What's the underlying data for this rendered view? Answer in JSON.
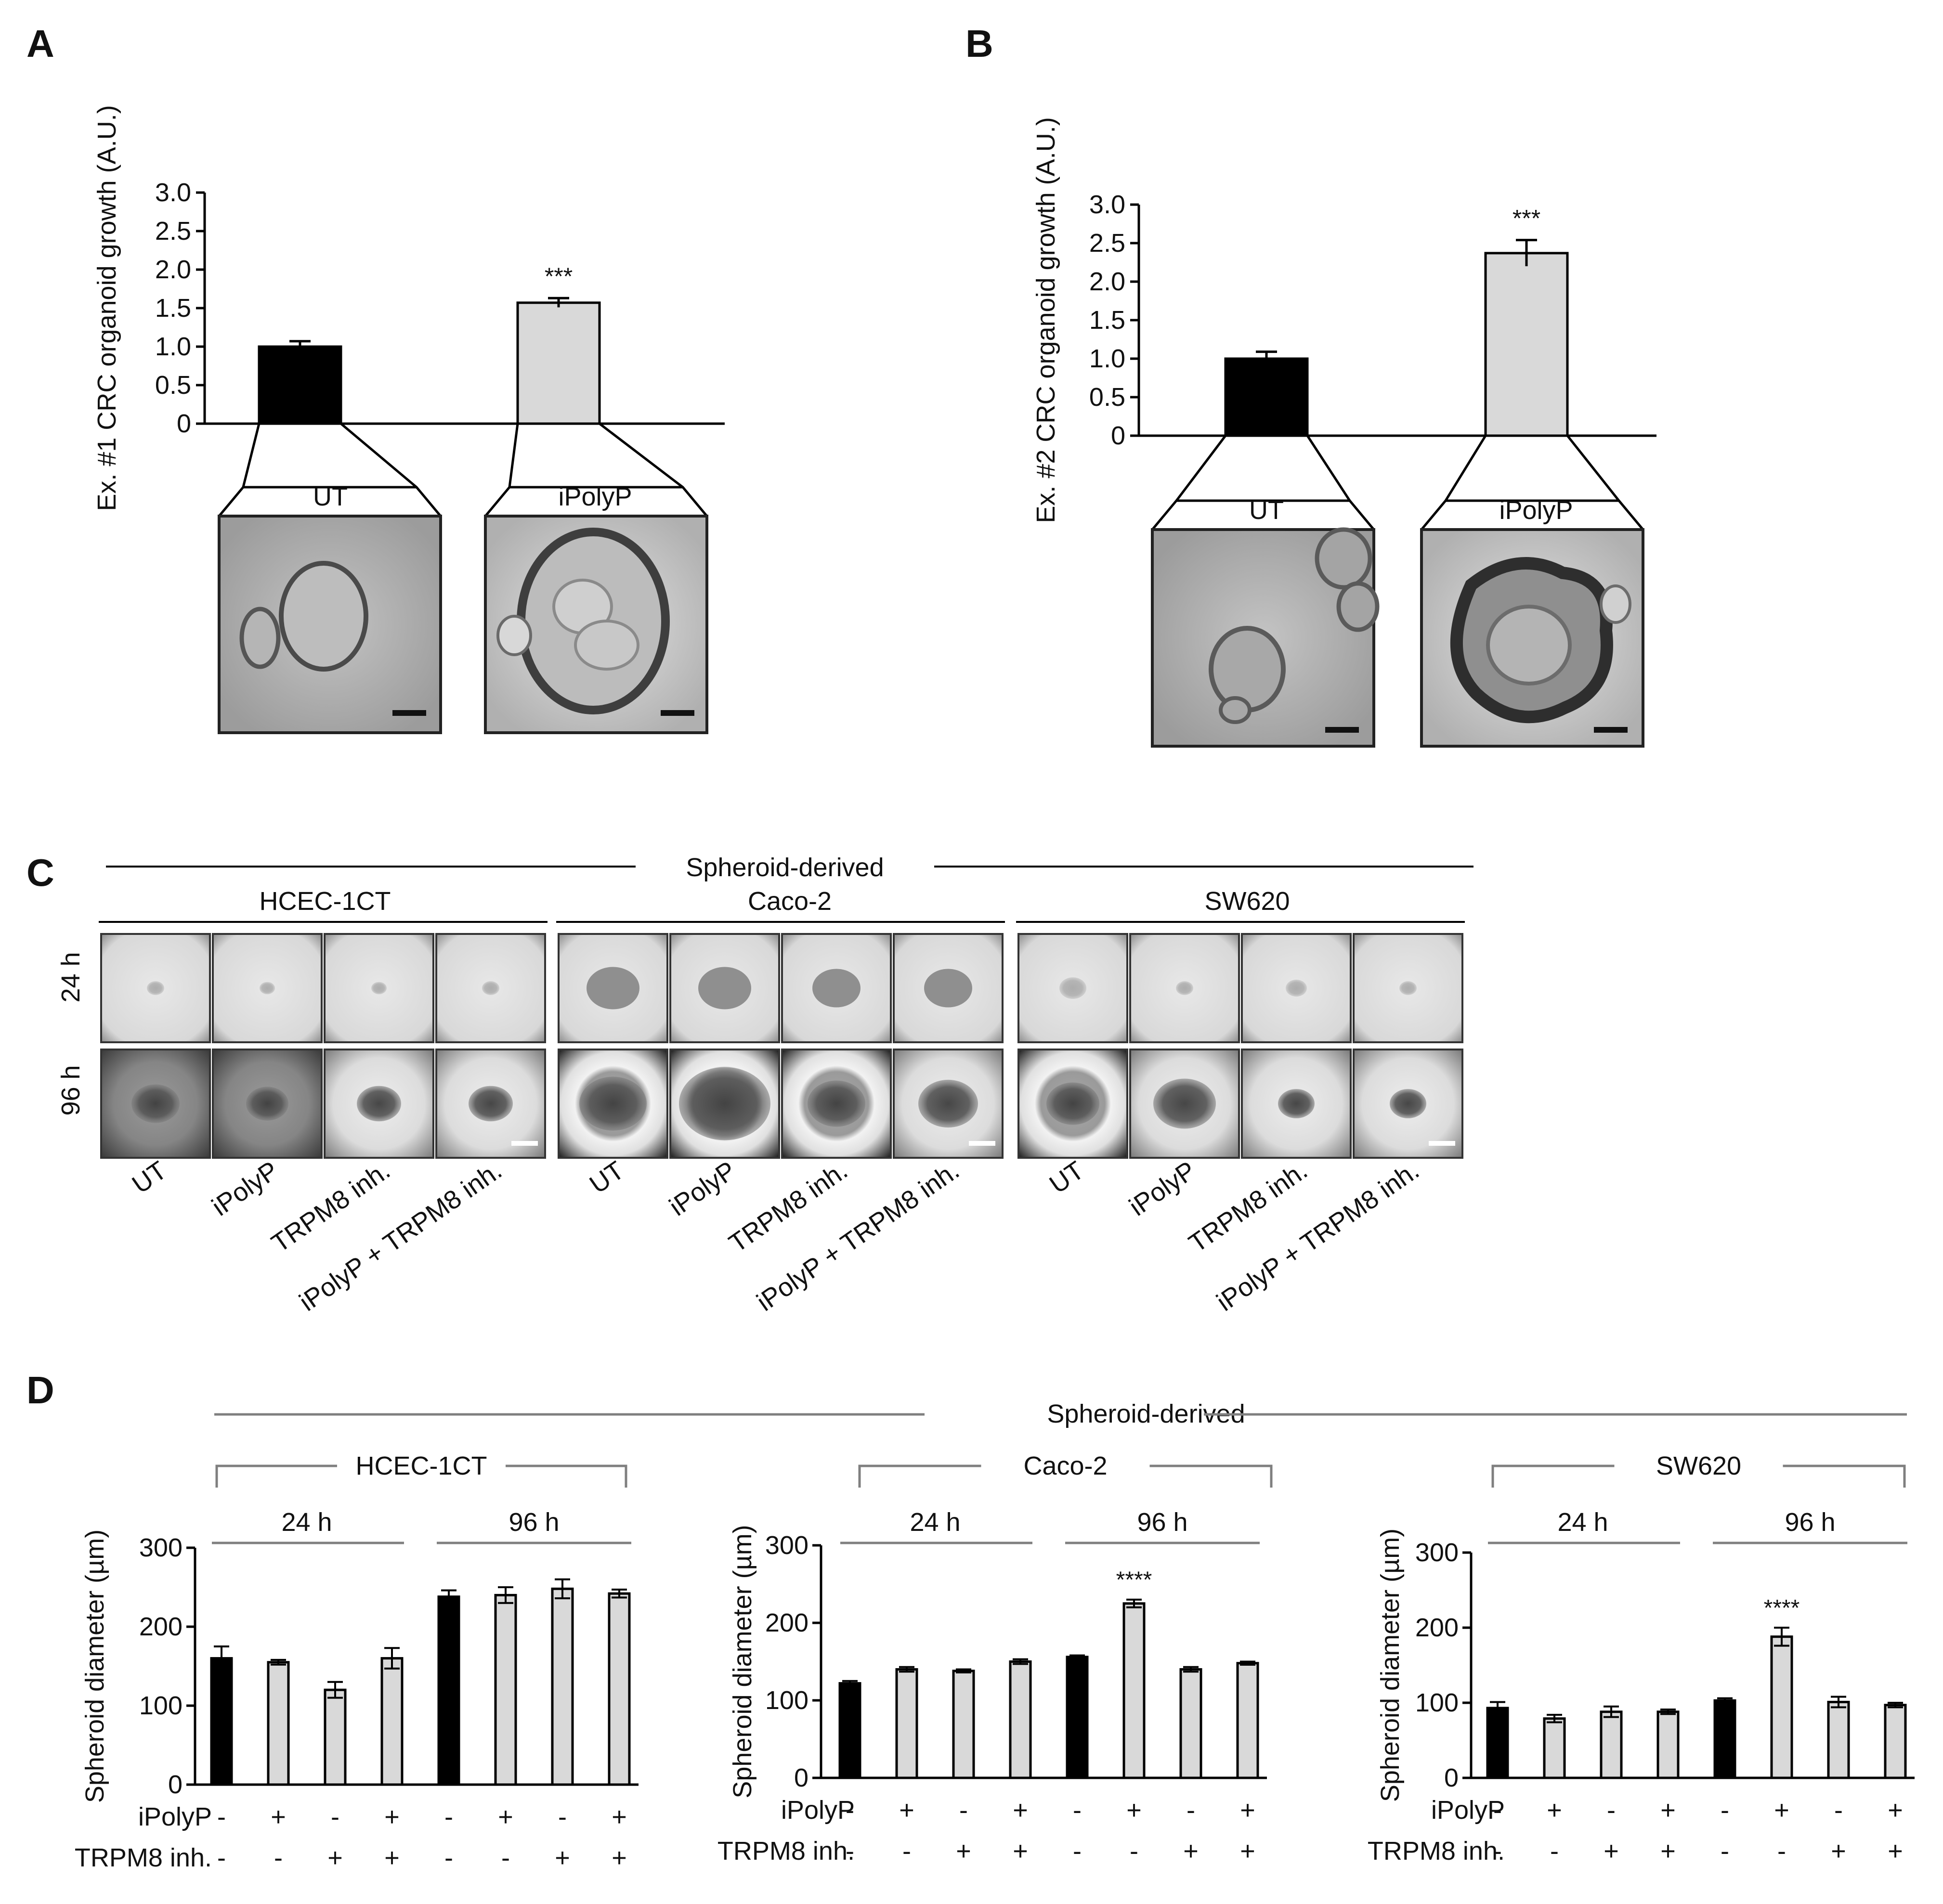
{
  "panel_labels": [
    "A",
    "B",
    "C",
    "D"
  ],
  "chart_data": [
    {
      "panel": "A",
      "type": "bar",
      "ylabel": "Ex. #1 CRC organoid growth (A.U.)",
      "categories": [
        "UT",
        "iPolyP"
      ],
      "values": [
        1.0,
        1.57
      ],
      "errors": [
        0.07,
        0.06
      ],
      "significance": [
        "",
        "***"
      ],
      "ylim": [
        0,
        3.0
      ],
      "yticks": [
        "0",
        "0.5",
        "1.0",
        "1.5",
        "2.0",
        "2.5",
        "3.0"
      ],
      "bar_colors": [
        "#000000",
        "#d9d9d9"
      ],
      "image_labels": [
        "UT",
        "iPolyP"
      ]
    },
    {
      "panel": "B",
      "type": "bar",
      "ylabel": "Ex. #2 CRC organoid growth (A.U.)",
      "categories": [
        "UT",
        "iPolyP"
      ],
      "values": [
        1.0,
        2.37
      ],
      "errors": [
        0.09,
        0.17
      ],
      "significance": [
        "",
        "***"
      ],
      "ylim": [
        0,
        3.0
      ],
      "yticks": [
        "0",
        "0.5",
        "1.0",
        "1.5",
        "2.0",
        "2.5",
        "3.0"
      ],
      "bar_colors": [
        "#000000",
        "#d9d9d9"
      ],
      "image_labels": [
        "UT",
        "iPolyP"
      ]
    },
    {
      "panel": "D",
      "type": "bar",
      "group_title": "HCEC-1CT",
      "time_labels": [
        "24 h",
        "96 h"
      ],
      "ylabel": "Spheroid diameter (µm)",
      "ylim": [
        0,
        300
      ],
      "yticks": [
        "0",
        "100",
        "200",
        "300"
      ],
      "values": [
        160,
        155,
        120,
        160,
        238,
        240,
        248,
        242
      ],
      "errors": [
        15,
        3,
        10,
        13,
        8,
        10,
        12,
        5
      ],
      "significance": [
        "",
        "",
        "",
        "",
        "",
        "",
        "",
        ""
      ],
      "ipolyp": [
        "-",
        "+",
        "-",
        "+",
        "-",
        "+",
        "-",
        "+"
      ],
      "trpm8": [
        "-",
        "-",
        "+",
        "+",
        "-",
        "-",
        "+",
        "+"
      ],
      "bar_colors": [
        "#000000",
        "#d9d9d9",
        "#d9d9d9",
        "#d9d9d9",
        "#000000",
        "#d9d9d9",
        "#d9d9d9",
        "#d9d9d9"
      ]
    },
    {
      "panel": "D",
      "type": "bar",
      "group_title": "Caco-2",
      "time_labels": [
        "24 h",
        "96 h"
      ],
      "ylabel": "Spheroid diameter (µm)",
      "ylim": [
        0,
        300
      ],
      "yticks": [
        "0",
        "100",
        "200",
        "300"
      ],
      "values": [
        122,
        140,
        138,
        150,
        156,
        225,
        140,
        148
      ],
      "errors": [
        3,
        3,
        2,
        3,
        2,
        5,
        3,
        2
      ],
      "significance": [
        "",
        "",
        "",
        "",
        "",
        "****",
        "",
        ""
      ],
      "ipolyp": [
        "-",
        "+",
        "-",
        "+",
        "-",
        "+",
        "-",
        "+"
      ],
      "trpm8": [
        "-",
        "-",
        "+",
        "+",
        "-",
        "-",
        "+",
        "+"
      ],
      "bar_colors": [
        "#000000",
        "#d9d9d9",
        "#d9d9d9",
        "#d9d9d9",
        "#000000",
        "#d9d9d9",
        "#d9d9d9",
        "#d9d9d9"
      ]
    },
    {
      "panel": "D",
      "type": "bar",
      "group_title": "SW620",
      "time_labels": [
        "24 h",
        "96 h"
      ],
      "ylabel": "Spheroid diameter (µm)",
      "ylim": [
        0,
        300
      ],
      "yticks": [
        "0",
        "100",
        "200",
        "300"
      ],
      "values": [
        93,
        79,
        88,
        88,
        103,
        188,
        101,
        97
      ],
      "errors": [
        8,
        5,
        7,
        3,
        3,
        12,
        7,
        3
      ],
      "significance": [
        "",
        "",
        "",
        "",
        "",
        "****",
        "",
        ""
      ],
      "ipolyp": [
        "-",
        "+",
        "-",
        "+",
        "-",
        "+",
        "-",
        "+"
      ],
      "trpm8": [
        "-",
        "-",
        "+",
        "+",
        "-",
        "-",
        "+",
        "+"
      ],
      "bar_colors": [
        "#000000",
        "#d9d9d9",
        "#d9d9d9",
        "#d9d9d9",
        "#000000",
        "#d9d9d9",
        "#d9d9d9",
        "#d9d9d9"
      ]
    }
  ],
  "panel_c": {
    "header": "Spheroid-derived",
    "cell_lines": [
      "HCEC-1CT",
      "Caco-2",
      "SW620"
    ],
    "row_labels": [
      "24 h",
      "96 h"
    ],
    "conditions": [
      "UT",
      "iPolyP",
      "TRPM8 inh.",
      "iPolyP + TRPM8 inh."
    ]
  },
  "panel_d": {
    "header": "Spheroid-derived",
    "row_label_ipolyp": "iPolyP",
    "row_label_trpm8": "TRPM8 inh."
  }
}
